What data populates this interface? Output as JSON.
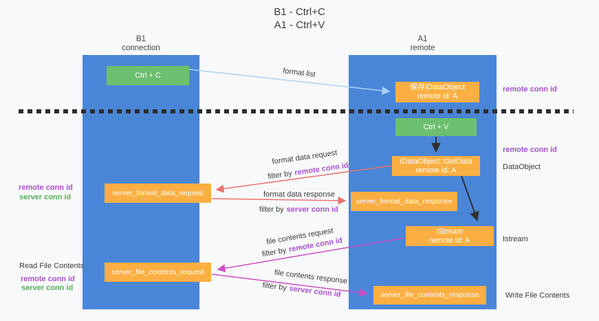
{
  "title": {
    "line1": "B1 - Ctrl+C",
    "line2": "A1 - Ctrl+V"
  },
  "lanes": {
    "b1": {
      "name": "B1",
      "subtitle": "connection"
    },
    "a1": {
      "name": "A1",
      "subtitle": "remote"
    }
  },
  "nodes": {
    "ctrl_c": {
      "label": "Ctrl + C"
    },
    "save_idataobject": {
      "line1": "保存IDataObject",
      "line2": "remote id: A"
    },
    "ctrl_v": {
      "label": "Ctrl + V"
    },
    "getdata": {
      "line1": "IDataObject::GetData",
      "line2": "remote id: A"
    },
    "server_format_data_request": {
      "label": "server_format_data_request"
    },
    "server_format_data_response": {
      "label": "server_format_data_response"
    },
    "istream": {
      "line1": "IStream",
      "line2": "remote id: A"
    },
    "server_file_contents_request": {
      "label": "server_file_contents_request"
    },
    "server_file_contents_response": {
      "label": "server_file_contents_response"
    }
  },
  "edge_labels": {
    "format_list": "format list",
    "format_data_request": "format data request",
    "format_data_response": "format data response",
    "file_contents_request": "file contents request",
    "file_contents_response": "file contents response",
    "filter_by": "filter by",
    "remote_conn_id": "remote conn id",
    "server_conn_id": "server conn id"
  },
  "side_labels": {
    "remote_conn_id_top": "remote conn id",
    "remote_conn_id_mid": "remote conn id",
    "dataobject": "DataObject",
    "istream": "Istream",
    "write_file_contents": "Write File Contents",
    "read_file_contents": "Read File Contents",
    "left_top": {
      "remote": "remote conn id",
      "server": "server conn id"
    },
    "left_bottom": {
      "remote": "remote conn id",
      "server": "server conn id"
    }
  },
  "colors": {
    "lane_blue": "#4a86d8",
    "node_green": "#6dbf70",
    "node_orange": "#fbaf42",
    "purple_text": "#ab4fd1",
    "green_text": "#53b157",
    "arrow_blue": "#a9d3f5",
    "arrow_red": "#e8736f",
    "arrow_magenta": "#cb4ec4",
    "arrow_black": "#303030"
  }
}
